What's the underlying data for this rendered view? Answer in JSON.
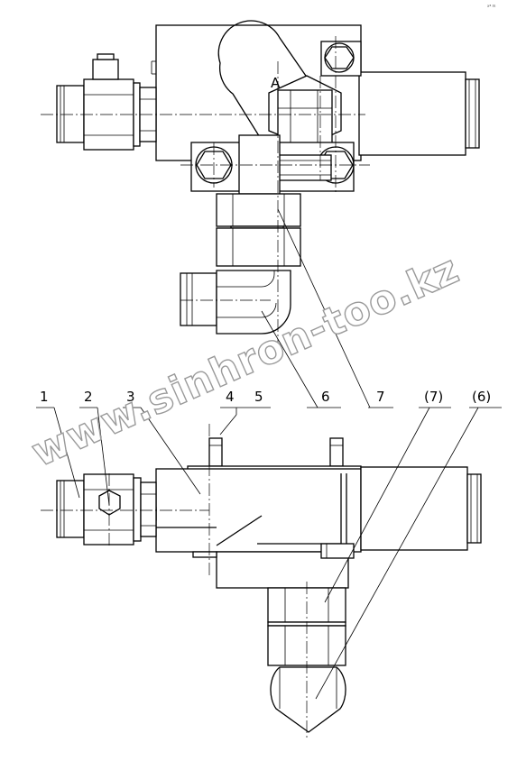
{
  "corner_mark": "xª m",
  "watermark": "www.sinhron-too.kz",
  "view_marker": "A",
  "callouts_top": [
    "6",
    "7"
  ],
  "callouts_bottom": [
    "1",
    "2",
    "3",
    "4",
    "5",
    "(7)",
    "(6)"
  ]
}
